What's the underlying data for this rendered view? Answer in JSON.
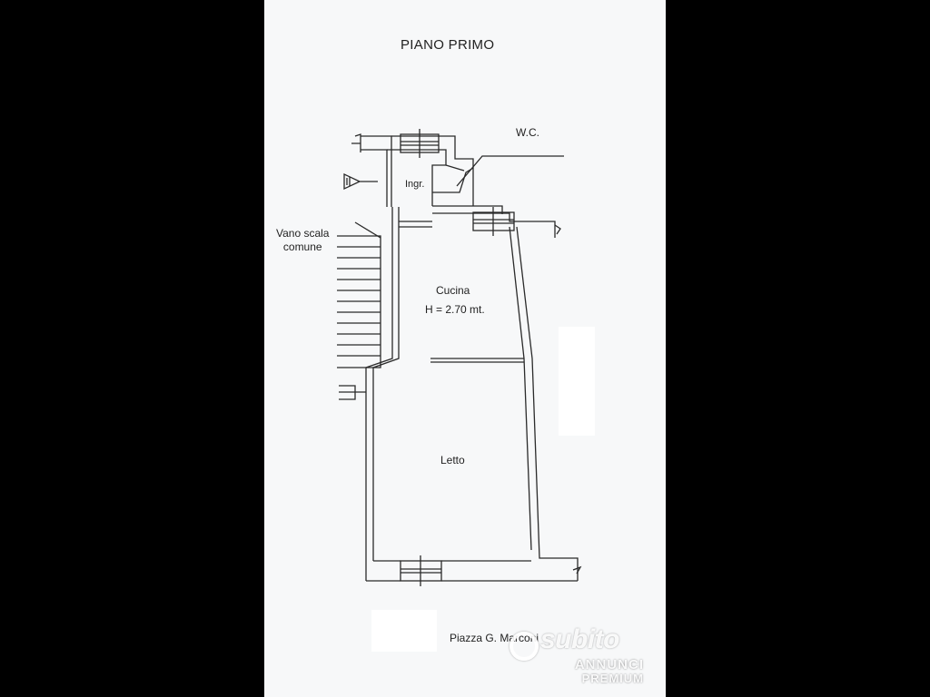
{
  "plan": {
    "title": "PIANO PRIMO",
    "rooms": {
      "wc": "W.C.",
      "ingresso": "Ingr.",
      "stair_line1": "Vano scala",
      "stair_line2": "comune",
      "kitchen": "Cucina",
      "kitchen_height": "H = 2.70 mt.",
      "bedroom": "Letto"
    },
    "street": "Piazza G. Marconi"
  },
  "watermark": {
    "brand": "subito",
    "line1": "ANNUNCI",
    "line2": "PREMIUM"
  },
  "colors": {
    "background": "#000000",
    "sheet": "#f7f8f9",
    "ink": "#222222"
  }
}
